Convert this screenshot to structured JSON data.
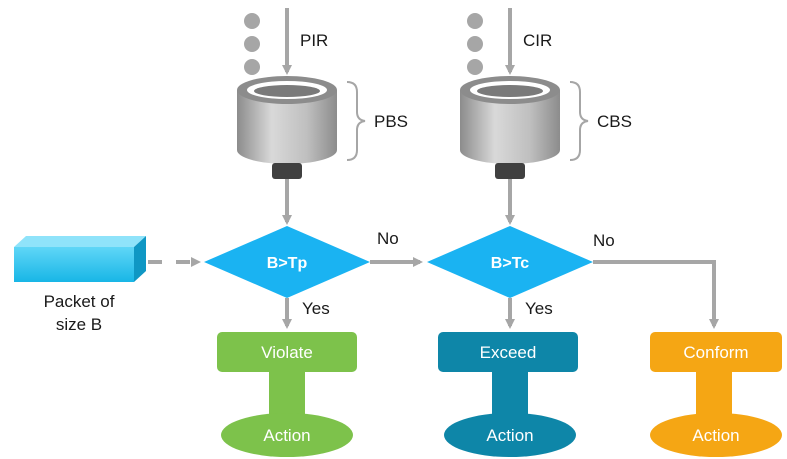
{
  "pir_label": "PIR",
  "cir_label": "CIR",
  "pbs_label": "PBS",
  "cbs_label": "CBS",
  "decision_p": "B>Tp",
  "decision_c": "B>Tc",
  "no_label_1": "No",
  "no_label_2": "No",
  "yes_label_1": "Yes",
  "yes_label_2": "Yes",
  "packet_label_line1": "Packet of",
  "packet_label_line2": "size B",
  "violate_label": "Violate",
  "exceed_label": "Exceed",
  "conform_label": "Conform",
  "action_label_1": "Action",
  "action_label_2": "Action",
  "action_label_3": "Action",
  "colors": {
    "arrow": "#a6a6a6",
    "bucket_body": "#bfbfbf",
    "decision": "#1ab3f2",
    "packet": "#29c6f2",
    "violate": "#7dc24b",
    "exceed": "#0e86a8",
    "conform": "#f5a614"
  }
}
